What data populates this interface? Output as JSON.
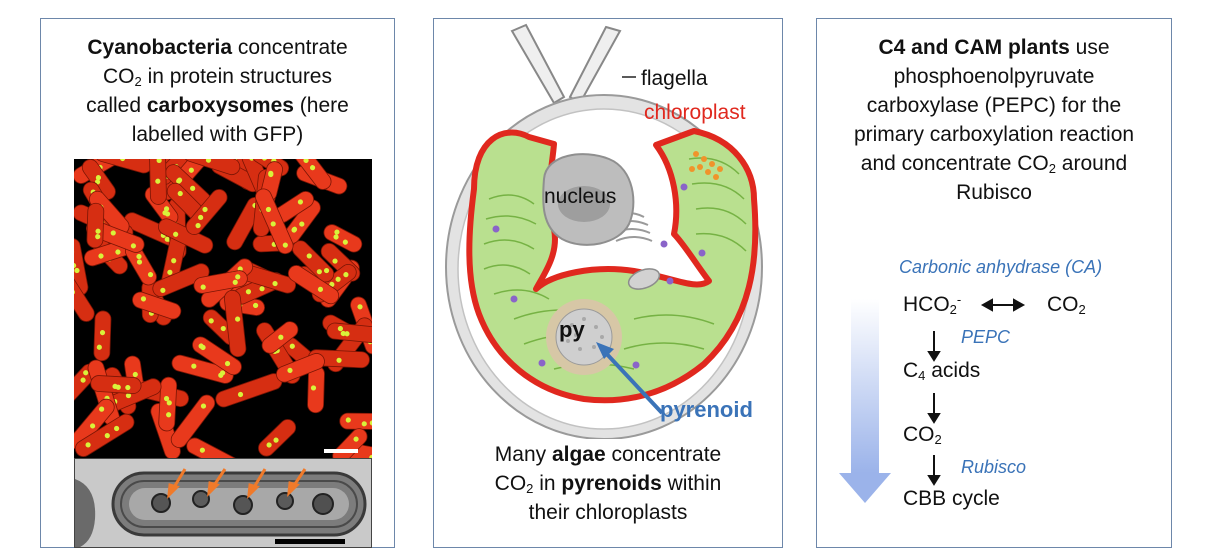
{
  "panel1": {
    "cap_bold1": "Cyanobacteria",
    "cap_t1": " concentrate",
    "cap_co": "CO",
    "cap_sub": "2",
    "cap_t2": " in protein structures",
    "cap_t3": "called ",
    "cap_bold2": "carboxysomes",
    "cap_t4": " (here",
    "cap_t5": "labelled with GFP)"
  },
  "panel2": {
    "label_flagella": "flagella",
    "label_chloroplast": "chloroplast",
    "label_nucleus": "nucleus",
    "label_py": "py",
    "label_pyrenoid": "pyrenoid",
    "cap_t1": "Many ",
    "cap_bold1": "algae",
    "cap_t2": " concentrate",
    "cap_co": "CO",
    "cap_sub": "2",
    "cap_t3": " in ",
    "cap_bold2": "pyrenoids",
    "cap_t4": " within",
    "cap_t5": "their chloroplasts",
    "colors": {
      "chloroplast": "#e0281e",
      "pyrenoid": "#3a73b8",
      "thylakoid": "#9bd46a"
    }
  },
  "panel3": {
    "cap_bold1": "C4 and CAM plants",
    "cap_t1": " use",
    "cap_t2": "phosphoenolpyruvate",
    "cap_t3": "carboxylase (PEPC) for the",
    "cap_t4": "primary carboxylation reaction",
    "cap_t5": "and concentrate CO",
    "cap_sub": "2",
    "cap_t6": " around",
    "cap_t7": "Rubisco",
    "enzyme_ca": "Carbonic anhydrase (CA)",
    "hco_main": "HCO",
    "hco_sub": "2",
    "hco_sup": "-",
    "co2_main": "CO",
    "co2_sub": "2",
    "enzyme_pepc": "PEPC",
    "c4_main": "C",
    "c4_sub": "4",
    "c4_rest": " acids",
    "co2b_main": "CO",
    "co2b_sub": "2",
    "enzyme_rubisco": "Rubisco",
    "cbb": "CBB cycle",
    "colors": {
      "enzyme": "#3a73b8",
      "gradient_arrow": "#c9d6f2"
    }
  }
}
